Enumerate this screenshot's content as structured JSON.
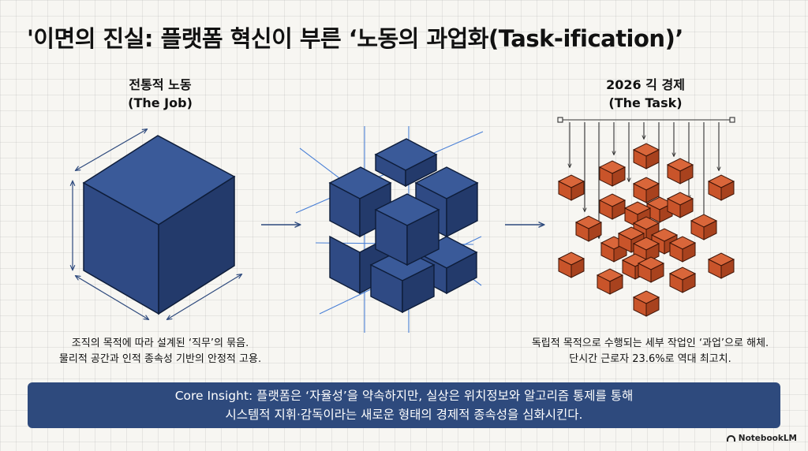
{
  "title": "'이면의 진실: 플랫폼 혁신이 부른 ‘노동의 과업화(Task-ification)’",
  "left": {
    "heading_line1": "전통적 노동",
    "heading_line2": "(The Job)",
    "desc_line1": "조직의 목적에 따라 설계된 ‘직무’의 묶음.",
    "desc_line2": "물리적 공간과 인적 종속성 기반의 안정적 고용."
  },
  "right": {
    "heading_line1": "2026 긱 경제",
    "heading_line2": "(The Task)",
    "desc_line1": "독립적 목적으로 수행되는 세부 작업인 ‘과업’으로 해체.",
    "desc_line2": "단시간 근로자 23.6%로 역대 최고치."
  },
  "insight": {
    "line1": "Core Insight: 플랫폼은 ‘자율성’을 약속하지만, 실상은 위치정보와 알고리즘 통제를 통해",
    "line2": "시스템적 지휘·감독이라는 새로운 형태의 경제적 종속성을 심화시킨다."
  },
  "brand": "NotebookLM",
  "colors": {
    "navy": "#2e4a7d",
    "cube_front": "#2f4a84",
    "cube_side": "#233a6b",
    "cube_top": "#3a5a99",
    "task_orange": "#c9542a",
    "accent_line": "#4a80d6"
  }
}
